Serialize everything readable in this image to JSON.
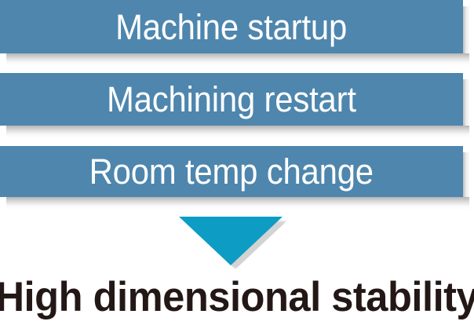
{
  "diagram": {
    "type": "funnel-flow",
    "orientation": "vertical",
    "colors": {
      "bar_fill": "#4e86ad",
      "bar_text": "#ffffff",
      "arrow_fill": "#0d9cc4",
      "outcome_text": "#231815",
      "background": "#ffffff"
    },
    "condition_bars": [
      {
        "id": "bar-1",
        "label": "Machine startup"
      },
      {
        "id": "bar-2",
        "label": "Machining restart"
      },
      {
        "id": "bar-3",
        "label": "Room temp change"
      }
    ],
    "connector": {
      "icon": "down-triangle-arrow",
      "label": ""
    },
    "outcome": {
      "label": "High dimensional stability"
    }
  }
}
